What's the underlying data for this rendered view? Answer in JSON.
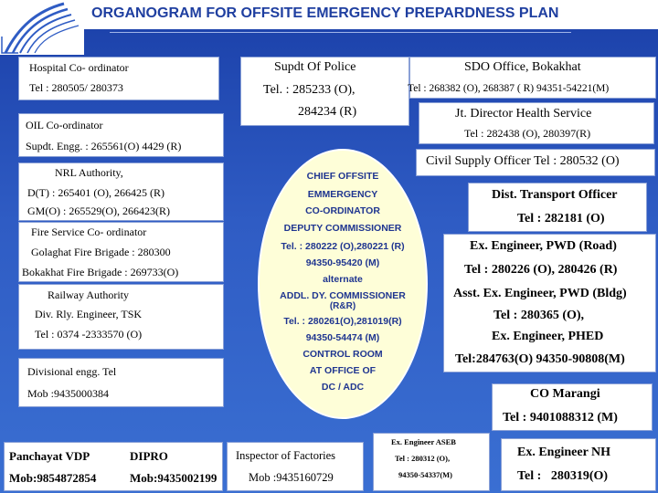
{
  "title": "ORGANOGRAM FOR OFFSITE EMERGENCY PREPARDNESS PLAN",
  "colors": {
    "background": "#2f5cc4",
    "box": "#ffffff",
    "center_oval": "#fefed8",
    "title": "#1f3fa0"
  },
  "logo": {
    "icon": "swoosh-logo-icon"
  },
  "left": {
    "hospital": {
      "title": "Hospital Co- ordinator",
      "tel": "Tel : 280505/ 280373"
    },
    "oil": {
      "title": "OIL Co-ordinator",
      "tel": "Supdt. Engg. : 265561(O) 4429 (R)"
    },
    "nrl": {
      "title": "NRL Authority,",
      "line1": "D(T) : 265401 (O), 266425 (R)",
      "line2": "GM(O) : 265529(O), 266423(R)"
    },
    "fire": {
      "title": "Fire Service Co- ordinator",
      "line1": "Golaghat Fire Brigade : 280300",
      "line2": "Bokakhat Fire Brigade : 269733(O)"
    },
    "railway": {
      "title": "Railway Authority",
      "line1": "Div. Rly. Engineer, TSK",
      "line2": "Tel : 0374 -2333570 (O)"
    },
    "divisional": {
      "title": "Divisional engg. Tel",
      "mob": "Mob :9435000384"
    }
  },
  "center": {
    "police": {
      "title": "Supdt Of Police",
      "tel1": "Tel. : 285233 (O),",
      "tel2": "284234 (R)"
    },
    "oval_lines": [
      "CHIEF OFFSITE",
      "EMMERGENCY",
      "CO-ORDINATOR",
      "DEPUTY COMMISSIONER",
      "Tel. : 280222 (O),280221 (R)",
      "94350-95420 (M)",
      "alternate",
      "ADDL. DY. COMMISSIONER",
      "(R&R)",
      "Tel. : 280261(O),281019(R)",
      "94350-54474 (M)",
      "CONTROL ROOM",
      "AT OFFICE OF",
      "DC / ADC"
    ]
  },
  "right": {
    "sdo": {
      "title": "SDO Office, Bokakhat",
      "tel": "Tel : 268382 (O), 268387 ( R) 94351-54221(M)"
    },
    "health": {
      "title": "Jt. Director Health Service",
      "tel": "Tel : 282438 (O), 280397(R)"
    },
    "supply": {
      "text": "Civil Supply Officer Tel : 280532 (O)"
    },
    "transport": {
      "title": "Dist. Transport Officer",
      "tel": "Tel : 282181 (O)"
    },
    "pwd": [
      "Ex. Engineer, PWD (Road)",
      "Tel : 280226 (O), 280426 (R)",
      "Asst. Ex. Engineer, PWD (Bldg)",
      "Tel : 280365 (O),",
      "Ex. Engineer, PHED",
      "Tel:284763(O) 94350-90808(M)"
    ],
    "marangi": {
      "title": "CO Marangi",
      "tel": "Tel : 9401088312 (M)"
    }
  },
  "bottom": {
    "panchayat": {
      "title": "Panchayat VDP",
      "mob": "Mob:9854872854"
    },
    "dipro": {
      "title": "DIPRO",
      "mob": "Mob:9435002199"
    },
    "factories": {
      "title": "Inspector of Factories",
      "mob": "Mob :9435160729"
    },
    "aseb": {
      "title": "Ex. Engineer ASEB",
      "tel": "Tel : 280312 (O),",
      "mob": "94350-54337(M)"
    },
    "nh": {
      "title": "Ex. Engineer NH",
      "tel": "Tel :   280319(O)"
    }
  }
}
